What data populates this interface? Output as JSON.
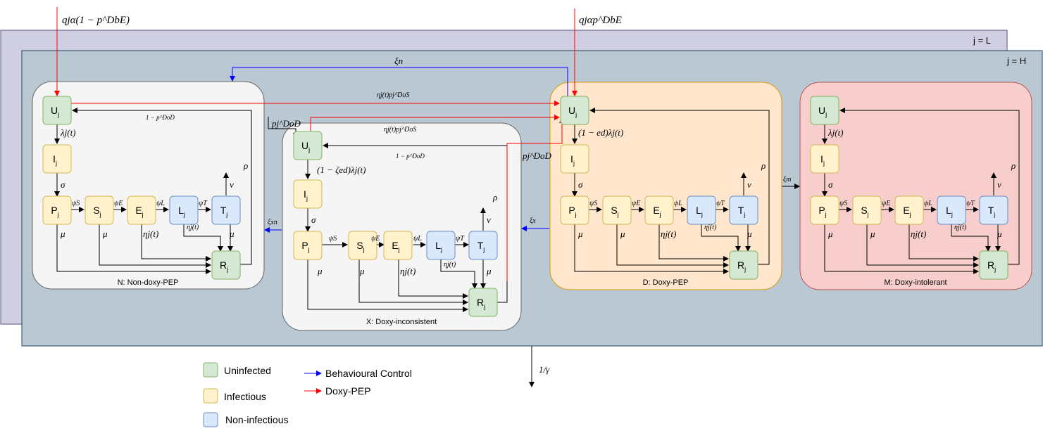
{
  "colors": {
    "uninfected": "#d5e8d4",
    "uninfected_stroke": "#82b366",
    "infectious": "#fff2cc",
    "infectious_stroke": "#d6b656",
    "noninfectious": "#dae8fc",
    "noninfectious_stroke": "#6c8ebf",
    "layer_L": "#d0cee2",
    "layer_H": "#bac8d3",
    "group_white": "#f5f5f5",
    "group_D": "#ffe6cc",
    "group_M": "#f8cecc",
    "behavioural": "#0000ff",
    "doxy": "#ff0000"
  },
  "layers": {
    "L": "j = L",
    "H": "j = H"
  },
  "groups": {
    "N": {
      "name": "N: Non-doxy-PEP",
      "lambda": "λj(t)",
      "return": "1 − p^DoD"
    },
    "X": {
      "name": "X: Doxy-inconsistent",
      "lambda": "(1 − ζed)λj(t)",
      "return": "1 − p^DoD"
    },
    "D": {
      "name": "D: Doxy-PEP",
      "lambda": "(1 − ed)λj(t)"
    },
    "M": {
      "name": "M: Doxy-intolerant",
      "lambda": "λj(t)"
    }
  },
  "compartments": {
    "U": "U",
    "I": "I",
    "P": "P",
    "S": "S",
    "E": "E",
    "L": "L",
    "T": "T",
    "R": "R",
    "subscript": "j"
  },
  "rates": {
    "sigma": "σ",
    "mu": "μ",
    "nu": "ν",
    "rho": "ρ",
    "psiS": "ψS",
    "psiE": "ψE",
    "psiL": "ψL",
    "psiT": "ψT",
    "eta": "ηj(t)",
    "xi_n": "ξn",
    "xi_xn": "ξxn",
    "xi_x": "ξx",
    "xi_m": "ξm",
    "inflow_N": "qjα(1 − p^DbE)",
    "inflow_D": "qjαp^DbE",
    "eta_p_DoS": "ηj(t)pj^DoS",
    "p_DoD": "pj^DoD",
    "gamma": "1/γ"
  },
  "legend": {
    "uninfected": "Uninfected",
    "infectious": "Infectious",
    "noninfectious": "Non-infectious",
    "behavioural": "Behavioural Control",
    "doxy": "Doxy-PEP"
  }
}
